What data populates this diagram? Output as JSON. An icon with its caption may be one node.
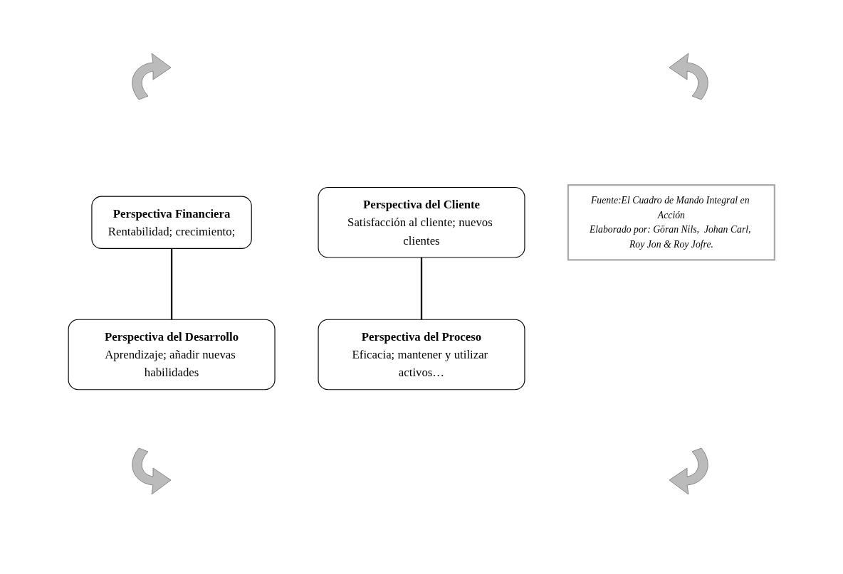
{
  "diagram": {
    "nodes": [
      {
        "text": [
          "Perspectiva Financiera",
          "Rentabilidad; crecimiento;"
        ]
      },
      {
        "text": [
          "Perspectiva del Cliente",
          "Satisfacción al cliente; nuevos clientes"
        ]
      },
      {
        "text": [
          "Perspectiva del Proceso",
          "Eficacia; mantener y utilizar activos…"
        ]
      },
      {
        "text": [
          "Perspectiva del Desarrollo",
          "Aprendizaje; añadir nuevas habilidades"
        ]
      },
      {
        "text": [
          "Fuente:El Cuadro de Mando Integral en Acción",
          "Elaborado por: Göran Nils,  Johan Carl, Roy Jon & Roy Jofre."
        ]
      }
    ],
    "edges": [
      {
        "from": 0,
        "to": 3,
        "arrow": "none"
      },
      {
        "from": 1,
        "to": 2,
        "arrow": "none"
      }
    ]
  }
}
